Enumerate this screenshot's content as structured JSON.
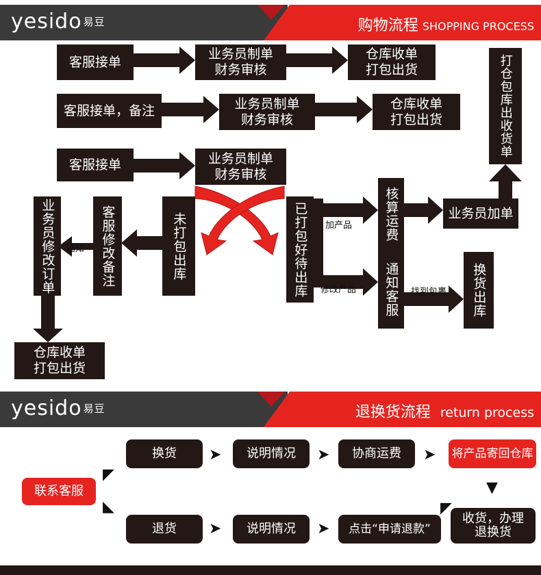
{
  "header1": {
    "logo": "yesido",
    "logo_cn": "易豆",
    "title_cn": "购物流程",
    "title_en": "SHOPPING PROCESS"
  },
  "header2": {
    "logo": "yesido",
    "logo_cn": "易豆",
    "title_cn": "退换货流程",
    "title_en": "return process"
  },
  "flow": {
    "r1_a": "客服接单",
    "r1_b1": "业务员制单",
    "r1_b2": "财务审核",
    "r1_c1": "仓库收单",
    "r1_c2": "打包出货",
    "r2_a": "客服接单，备注",
    "r2_b1": "业务员制单",
    "r2_b2": "财务审核",
    "r2_c1": "仓库收单",
    "r2_c2": "打包出货",
    "r3_a": "客服接单",
    "r3_b1": "业务员制单",
    "r3_b2": "财务审核",
    "far_right": "打仓包库出收货单",
    "salesman_modify": "业务员修改订单",
    "notify": "通知",
    "cs_modify": "客服修改备注",
    "unpacked": "未打包出库",
    "packed": "已打包好待出库",
    "add_product": "加产品",
    "modify_product": "修改产品",
    "calc_freight": "核算运费",
    "notify_cs": "通知客服",
    "salesman_add": "业务员加单",
    "find_package": "找到包裹",
    "exchange_out": "换货出库",
    "bottom_c1": "仓库收单",
    "bottom_c2": "打包出货"
  },
  "returns": {
    "contact": "联系客服",
    "exchange": "换货",
    "explain1": "说明情况",
    "negotiate": "协商运费",
    "send_back": "将产品寄回仓库",
    "refund": "退货",
    "explain2": "说明情况",
    "click_refund": "点击“申请退款”",
    "receive1": "收货，办理",
    "receive2": "退换货"
  },
  "colors": {
    "dark": "#231815",
    "red": "#e52420",
    "header_dark": "#3a3a3a"
  }
}
